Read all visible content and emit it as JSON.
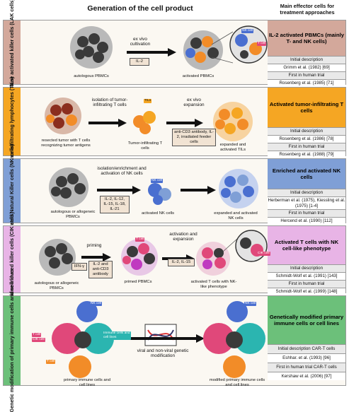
{
  "header": {
    "title": "Generation of the cell product",
    "right_title": "Main effector cells for treatment approaches"
  },
  "rows": [
    {
      "side": "Lymphokine activated killer cells (LAK cells)",
      "labels": [
        "autologous PBMCs",
        "activated PBMCs"
      ],
      "steps": [
        "ex vivo cultivation"
      ],
      "boxes": [
        "IL-2"
      ],
      "tags": [
        "NK cell",
        "T cell"
      ],
      "effector": "IL-2 activated PBMCs (mainly T- and NK cells)",
      "lines": [
        "Initial description",
        "Grimm et al. (1982) [69]",
        "First in human trial",
        "Rosenberg et al. (1985) [71]"
      ],
      "color": "#d3a89b"
    },
    {
      "side": "Tumor-infiltrating lymphocytes (TILs)",
      "labels": [
        "resected tumor with T cells recognizing tumor antigens",
        "Tumor-infiltrating T cells",
        "expanded and activated TILs"
      ],
      "steps": [
        "isolation of tumor-infiltrating T cells",
        "ex vivo expansion"
      ],
      "boxes": [
        "anti-CD3 antibody, IL-2, irradiated feeder cells"
      ],
      "tags": [
        "TILs"
      ],
      "effector": "Activated tumor-infiltrating T cells",
      "lines": [
        "Initial description",
        "Rosenberg et al. (1986) [78]",
        "First in human trial",
        "Rosenberg et al. (1988) [79]"
      ],
      "color": "#f5a623"
    },
    {
      "side": "Activated Natural Killer cells (NK cells)",
      "labels": [
        "autologous or allogeneic PBMCs",
        "activated NK cells",
        "expanded and activated NK cells"
      ],
      "steps": [
        "isolation/enrichment and activation of NK cells"
      ],
      "boxes": [
        "IL-2, IL-12, IL-15, IL-18, IL-21"
      ],
      "tags": [
        "NK cell"
      ],
      "effector": "Enriched and activated NK cells",
      "lines": [
        "Initial description",
        "Herberman et al. (1975), Kiessling et al. (1975) [1-4]",
        "First in human trial",
        "Hercend et al. (1990) [112]"
      ],
      "color": "#7f9fd6"
    },
    {
      "side": "Cytokine-induced killer cells (CIK cells)",
      "labels": [
        "autologous or allogeneic PBMCs",
        "primed PBMCs",
        "activated T cells with NK-like phenotype"
      ],
      "steps": [
        "priming",
        "activation and expansion"
      ],
      "boxes": [
        "IFN-γ",
        "IL-2 and anti-CD3 antibody",
        "IL-2, IL-15"
      ],
      "tags": [
        "T cell",
        "CIK cell"
      ],
      "effector": "Activated T cells with NK cell-like phenotype",
      "lines": [
        "Initial description",
        "Schmidt-Wolf et al. (1991) [143]",
        "First in human trial",
        "Schmidt-Wolf et al. (1999) [148]"
      ],
      "color": "#e8b4e6"
    },
    {
      "side": "Genetic modification of primary immune cells and cell lines",
      "labels": [
        "primary immune cells and cell lines",
        "modified primary immune cells and cell lines"
      ],
      "steps": [
        "viral and non-viral genetic modification"
      ],
      "boxes": [],
      "tags": [
        "NK cell",
        "T cell",
        "CIK cell",
        "Immune cells and cell lines",
        "T cell",
        "NK cell"
      ],
      "effector": "Genetically modified primary immune cells or cell lines",
      "lines": [
        "Initial description CAR-T cells",
        "Eshhar. et al. (1993) [96]",
        "First in human trial CAR-T cells",
        "Kershaw et al. (2006) [97]"
      ],
      "color": "#6cc07a"
    }
  ],
  "colors": {
    "frame": "#9a9a9a",
    "panel": "#fbf8f2",
    "pbmc_dark": "#3a3a3a",
    "pbmc_light": "#b9b9b9",
    "t_cell": "#f28c28",
    "nk_cell": "#4a6fd0",
    "cik_cell": "#e0487a",
    "tumor": "#8b2e1f"
  }
}
